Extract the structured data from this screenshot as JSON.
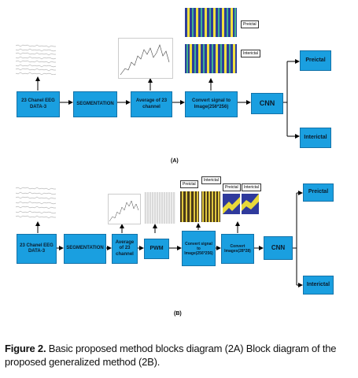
{
  "panel_a": {
    "boxes": {
      "eeg": "23 Chanel EEG DATA-3",
      "segmentation": "SEGMENTATION",
      "average": "Average of 23 channel",
      "convert": "Convert signal to Image(256*256)",
      "cnn": "CNN",
      "preictal": "Preictal",
      "interictal": "Interictal"
    },
    "thumb_tags": {
      "top": "Preictal",
      "bottom": "Interictal"
    },
    "label": "(A)"
  },
  "panel_b": {
    "boxes": {
      "eeg": "23 Chanel EEG DATA-3",
      "segmentation": "SEGMENTATION",
      "average": "Average of 23 channel",
      "pwm": "PWM",
      "convert1": "Convert signal to Image(256*256)",
      "convert2": "Convert Images(28*28)",
      "cnn": "CNN",
      "preictal": "Preictal",
      "interictal": "Interictal"
    },
    "thumb_tags": {
      "t1": "Preictal",
      "t2": "Interictal",
      "t3": "Preictal",
      "t4": "Interictal"
    },
    "label": "(B)"
  },
  "caption": {
    "prefix": "Figure 2.",
    "text": " Basic proposed method blocks diagram (2A) Block diagram of the proposed generalized method (2B)."
  },
  "colors": {
    "block": "#1a9fe0",
    "border": "#1472a8"
  }
}
